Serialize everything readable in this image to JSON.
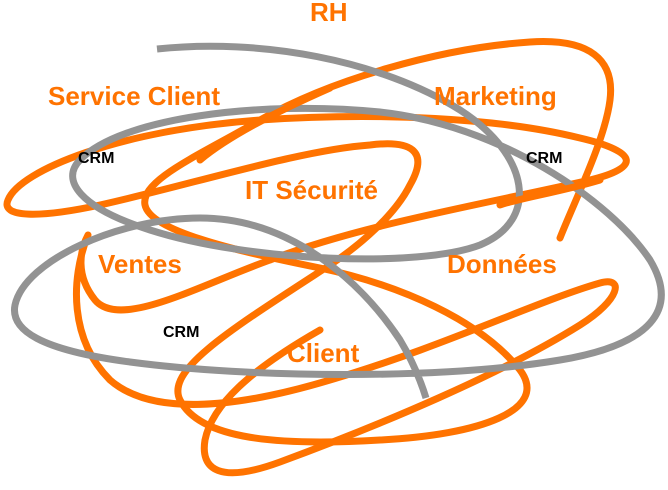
{
  "diagram": {
    "colors": {
      "orange": "#ff7300",
      "gray": "#939393",
      "text_black": "#000000",
      "background": "#ffffff"
    },
    "department_labels": [
      {
        "id": "rh",
        "text": "RH"
      },
      {
        "id": "service-client",
        "text": "Service Client"
      },
      {
        "id": "marketing",
        "text": "Marketing"
      },
      {
        "id": "it-securite",
        "text": "IT Sécurité"
      },
      {
        "id": "ventes",
        "text": "Ventes"
      },
      {
        "id": "donnees",
        "text": "Données"
      },
      {
        "id": "client",
        "text": "Client"
      }
    ],
    "system_labels": [
      {
        "id": "crm-left",
        "text": "CRM"
      },
      {
        "id": "crm-right",
        "text": "CRM"
      },
      {
        "id": "crm-bottom",
        "text": "CRM"
      }
    ],
    "strokes": [
      {
        "id": "orange-scribble",
        "color_key": "orange"
      },
      {
        "id": "gray-scribble",
        "color_key": "gray"
      }
    ]
  }
}
